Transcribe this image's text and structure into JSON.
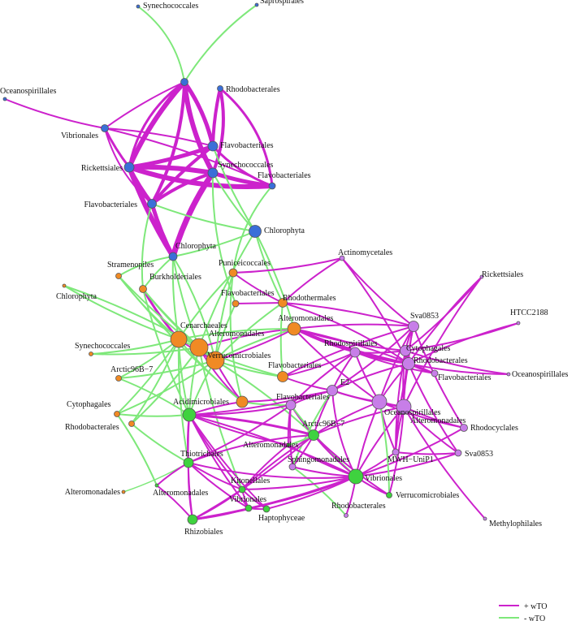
{
  "colors": {
    "positive_edge": "#cc22cc",
    "negative_edge": "#7ee87a",
    "blue_node": "#3a6fd8",
    "orange_node": "#f08a24",
    "purple_node": "#c77ee8",
    "green_node": "#3fd23f",
    "node_stroke": "#555555"
  },
  "legend": [
    {
      "label": "+ wTO",
      "kind": "positive"
    },
    {
      "label": "- wTO",
      "kind": "negative"
    }
  ],
  "nodes": [
    {
      "id": "b_syn_top",
      "label": "Synechococcales",
      "group": "blue"
    },
    {
      "id": "b_sap",
      "label": "Saprospirales",
      "group": "blue"
    },
    {
      "id": "b_hub",
      "label": "",
      "group": "blue"
    },
    {
      "id": "b_rhodo",
      "label": "Rhodobacterales",
      "group": "blue"
    },
    {
      "id": "b_oceano",
      "label": "Oceanospirillales",
      "group": "blue"
    },
    {
      "id": "b_vibrio",
      "label": "Vibrionales",
      "group": "blue"
    },
    {
      "id": "b_flavo1",
      "label": "Flavobacteriales",
      "group": "blue"
    },
    {
      "id": "b_rick",
      "label": "Rickettsiales",
      "group": "blue"
    },
    {
      "id": "b_syn2",
      "label": "Synechococcales",
      "group": "blue"
    },
    {
      "id": "b_flavo2",
      "label": "Flavobacteriales",
      "group": "blue"
    },
    {
      "id": "b_flavo3",
      "label": "Flavobacteriales",
      "group": "blue"
    },
    {
      "id": "b_chloro1",
      "label": "Chlorophyta",
      "group": "blue"
    },
    {
      "id": "b_chloro2",
      "label": "Chlorophyta",
      "group": "blue"
    },
    {
      "id": "o_strameno",
      "label": "Stramenopiles",
      "group": "orange"
    },
    {
      "id": "o_puniceo",
      "label": "Puniceicoccales",
      "group": "orange"
    },
    {
      "id": "o_burk",
      "label": "Burkholderiales",
      "group": "orange"
    },
    {
      "id": "o_chloro",
      "label": "Chlorophyta",
      "group": "orange"
    },
    {
      "id": "o_flavo",
      "label": "Flavobacteriales",
      "group": "orange"
    },
    {
      "id": "o_rhodotherm",
      "label": "Rhodothermales",
      "group": "orange"
    },
    {
      "id": "o_cenar",
      "label": "Cenarchaeales",
      "group": "orange"
    },
    {
      "id": "o_altero1",
      "label": "Alteromonadales",
      "group": "orange"
    },
    {
      "id": "o_altero2",
      "label": "Alteromonadales",
      "group": "orange"
    },
    {
      "id": "o_verruco",
      "label": "Verrucomicrobiales",
      "group": "orange"
    },
    {
      "id": "o_syn",
      "label": "Synechococcales",
      "group": "orange"
    },
    {
      "id": "o_arctic",
      "label": "Arctic96B−7",
      "group": "orange"
    },
    {
      "id": "o_flavo2",
      "label": "Flavobacteriales",
      "group": "orange"
    },
    {
      "id": "o_unl",
      "label": "",
      "group": "orange"
    },
    {
      "id": "o_cyto",
      "label": "Cytophagales",
      "group": "orange"
    },
    {
      "id": "o_rhodo",
      "label": "Rhodobacterales",
      "group": "orange"
    },
    {
      "id": "o_altero3",
      "label": "Alteromonadales",
      "group": "orange"
    },
    {
      "id": "p_actino",
      "label": "Actinomycetales",
      "group": "purple"
    },
    {
      "id": "p_rick",
      "label": "Rickettsiales",
      "group": "purple"
    },
    {
      "id": "p_htcc",
      "label": "HTCC2188",
      "group": "purple"
    },
    {
      "id": "p_sva1",
      "label": "Sva0853",
      "group": "purple"
    },
    {
      "id": "p_rhodospir",
      "label": "Rhodospirillales",
      "group": "purple"
    },
    {
      "id": "p_cyto",
      "label": "Cytophagales",
      "group": "purple"
    },
    {
      "id": "p_rhodo",
      "label": "Rhodobacterales",
      "group": "purple"
    },
    {
      "id": "p_flavo",
      "label": "Flavobacteriales",
      "group": "purple"
    },
    {
      "id": "p_oceano1",
      "label": "Oceanospirillales",
      "group": "purple"
    },
    {
      "id": "p_e2",
      "label": "E2",
      "group": "purple"
    },
    {
      "id": "p_flavo2",
      "label": "Flavobacteriales",
      "group": "purple"
    },
    {
      "id": "p_oceano2",
      "label": "Oceanospirillales",
      "group": "purple"
    },
    {
      "id": "p_altero",
      "label": "Alteromonadales",
      "group": "purple"
    },
    {
      "id": "p_rhodocyc",
      "label": "Rhodocyclales",
      "group": "purple"
    },
    {
      "id": "p_mwh",
      "label": "MWH−UniP1",
      "group": "purple"
    },
    {
      "id": "p_sva2",
      "label": "Sva0853",
      "group": "purple"
    },
    {
      "id": "p_sphingo",
      "label": "Sphingomonadales",
      "group": "purple"
    },
    {
      "id": "p_rhodo2",
      "label": "Rhodobacterales",
      "group": "purple"
    },
    {
      "id": "p_methylo",
      "label": "Methylophilales",
      "group": "purple"
    },
    {
      "id": "g_acidi",
      "label": "Acidimicrobiales",
      "group": "green"
    },
    {
      "id": "g_arctic",
      "label": "Arctic96B−7",
      "group": "green"
    },
    {
      "id": "g_altero",
      "label": "Alteromonadales",
      "group": "green"
    },
    {
      "id": "g_thio",
      "label": "Thiotrichales",
      "group": "green"
    },
    {
      "id": "g_kiton",
      "label": "Kitonellales",
      "group": "green"
    },
    {
      "id": "g_vibrio",
      "label": "Vibrionales",
      "group": "green"
    },
    {
      "id": "g_vibrio2",
      "label": "Vibrionales",
      "group": "green"
    },
    {
      "id": "g_haptophy",
      "label": "Haptophyceae",
      "group": "green"
    },
    {
      "id": "g_verruco",
      "label": "Verrucomicrobiales",
      "group": "green"
    },
    {
      "id": "g_altero2",
      "label": "Alteromonadales",
      "group": "green"
    },
    {
      "id": "g_rhizo",
      "label": "Rhizobiales",
      "group": "green"
    }
  ]
}
